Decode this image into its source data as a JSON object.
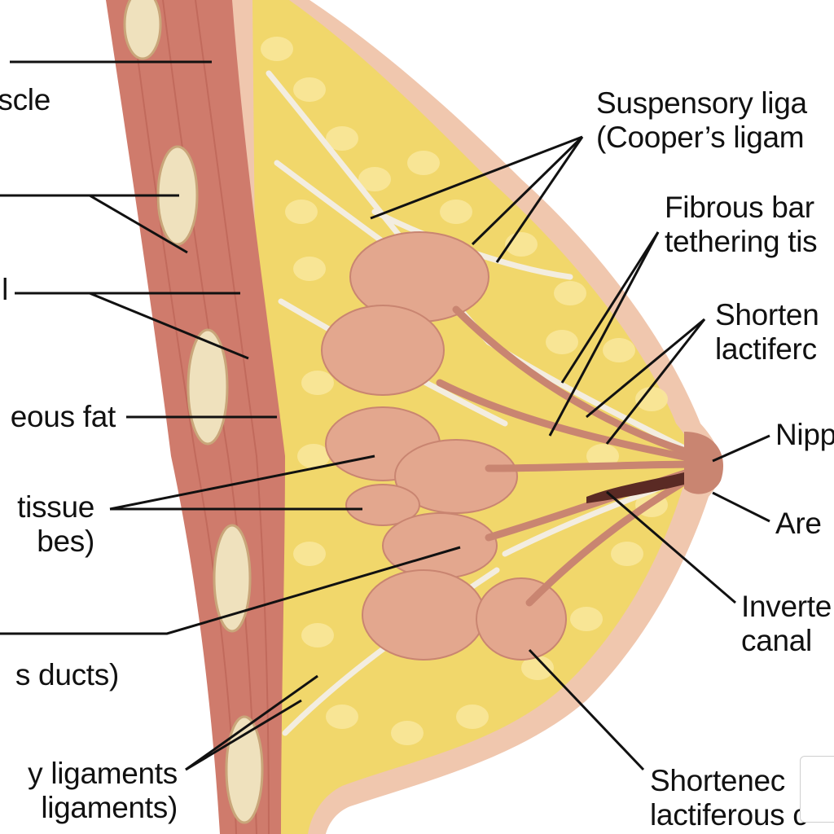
{
  "colors": {
    "skin": "#f0c7ae",
    "muscle": "#cf7b6c",
    "muscle_dark": "#b55a4d",
    "fat": "#f1d76b",
    "fat_light": "#f8e79a",
    "ligament": "#f3ede0",
    "gland": "#e3a78e",
    "gland_dark": "#c98571",
    "rib": "#efe1bd",
    "leader": "#111111"
  },
  "labels": {
    "left": {
      "muscle": "scle",
      "rib_a": "",
      "intercostal": "l",
      "subcutaneous_fat": "eous fat",
      "glandular_tissue_l1": "tissue",
      "glandular_tissue_l2": "bes)",
      "ducts": "s ducts)",
      "ligaments_l1": "y ligaments",
      "ligaments_l2": "ligaments)"
    },
    "right": {
      "suspensory_l1": "Suspensory liga",
      "suspensory_l2": "(Cooper’s ligam",
      "fibrous_l1": "Fibrous bar",
      "fibrous_l2": "tethering tis",
      "shortened_top_l1": "Shorten",
      "shortened_top_l2": "lactiferc",
      "nipple": "Nipp",
      "areola": "Are",
      "inverted_l1": "Inverte",
      "inverted_l2": "canal",
      "shortened_bottom_l1": "Shortenec",
      "shortened_bottom_l2": "lactiferous c"
    }
  }
}
